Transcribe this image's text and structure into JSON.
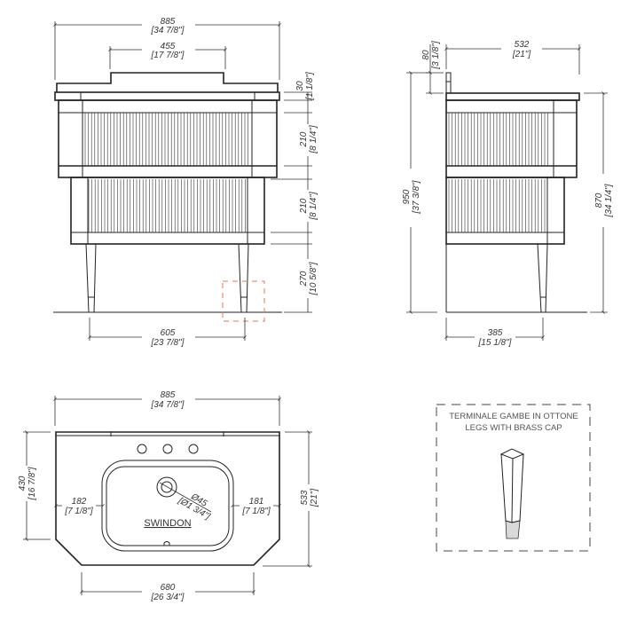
{
  "front_view": {
    "overall_width": {
      "mm": "885",
      "in": "[34 7/8\"]"
    },
    "backsplash_width": {
      "mm": "455",
      "in": "[17 7/8\"]"
    },
    "top_thickness": {
      "mm": "30",
      "in": "[1 1/8\"]"
    },
    "upper_drawer": {
      "mm": "210",
      "in": "[8 1/4\"]"
    },
    "lower_drawer": {
      "mm": "210",
      "in": "[8 1/4\"]"
    },
    "leg_height": {
      "mm": "270",
      "in": "[10 5/8\"]"
    },
    "leg_spacing": {
      "mm": "605",
      "in": "[23 7/8\"]"
    },
    "detail_marker_color": "#e07a4f"
  },
  "side_view": {
    "overall_depth": {
      "mm": "532",
      "in": "[21\"]"
    },
    "backsplash_height": {
      "mm": "80",
      "in": "[3 1/8\"]"
    },
    "total_height": {
      "mm": "950",
      "in": "[37 3/8\"]"
    },
    "counter_height": {
      "mm": "870",
      "in": "[34 1/4\"]"
    },
    "leg_depth_offset": {
      "mm": "385",
      "in": "[15 1/8\"]"
    }
  },
  "top_view": {
    "overall_width": {
      "mm": "885",
      "in": "[34 7/8\"]"
    },
    "side_depth": {
      "mm": "430",
      "in": "[16 7/8\"]"
    },
    "overall_depth": {
      "mm": "533",
      "in": "[21\"]"
    },
    "front_width": {
      "mm": "680",
      "in": "[26 3/4\"]"
    },
    "left_margin": {
      "mm": "182",
      "in": "[7 1/8\"]"
    },
    "right_margin": {
      "mm": "181",
      "in": "[7 1/8\"]"
    },
    "drain": {
      "mm": "Ø45",
      "in": "[Ø1 3/4\"]"
    },
    "model_name": "SWINDON"
  },
  "leg_detail": {
    "title_it": "TERMINALE GAMBE IN OTTONE",
    "title_en": "LEGS WITH BRASS CAP",
    "cap_color": "#d9d9d9"
  }
}
